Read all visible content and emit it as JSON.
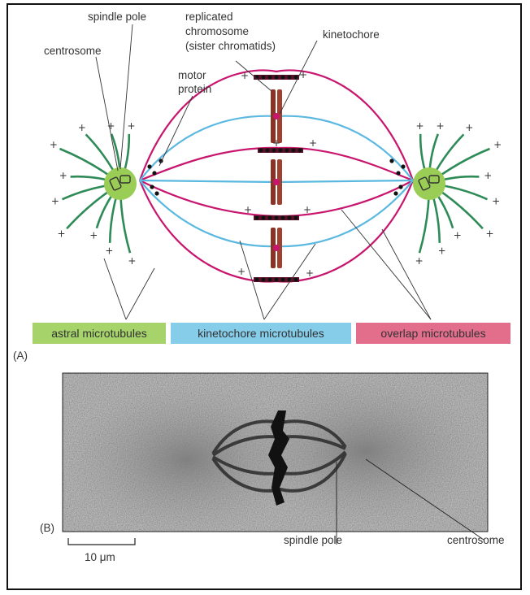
{
  "panel_a": {
    "marker": "(A)",
    "labels": {
      "spindle_pole": "spindle pole",
      "centrosome": "centrosome",
      "replicated_1": "replicated",
      "replicated_2": "chromosome",
      "replicated_3": "(sister chromatids)",
      "kinetochore": "kinetochore",
      "motor_1": "motor",
      "motor_2": "protein"
    },
    "legend": [
      {
        "label": "astral microtubules",
        "color": "#a6d36a"
      },
      {
        "label": "kinetochore microtubules",
        "color": "#86cdea"
      },
      {
        "label": "overlap microtubules",
        "color": "#e26e8c"
      }
    ],
    "plus_sign": "+",
    "colors": {
      "astral": "#2e8b57",
      "kinetochore_mt": "#5bb8e0",
      "overlap": "#c8166e",
      "centrosome": "#9acd55",
      "chromosome": "#8a3324"
    }
  },
  "panel_b": {
    "marker": "(B)",
    "scale_bar": "10 μm",
    "spindle_pole": "spindle pole",
    "centrosome": "centrosome"
  }
}
